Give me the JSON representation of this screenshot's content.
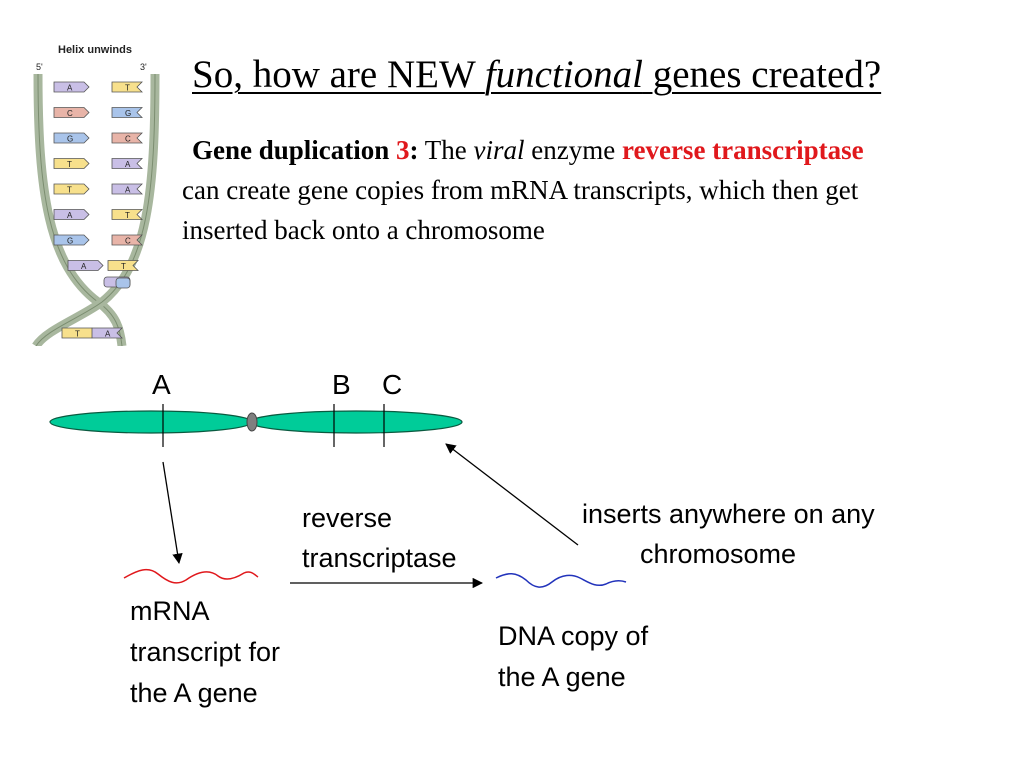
{
  "helix": {
    "title": "Helix unwinds",
    "end_left": "5'",
    "end_right": "3'",
    "left_bases": [
      "A",
      "C",
      "G",
      "T",
      "T",
      "A",
      "G",
      "A"
    ],
    "right_bases": [
      "T",
      "G",
      "C",
      "A",
      "A",
      "T",
      "C",
      "T"
    ],
    "lower_bases": [
      "T",
      "A"
    ]
  },
  "title": {
    "before": "So, how are NEW ",
    "italic": "functional",
    "after": " genes created?"
  },
  "paragraph": {
    "heading": "Gene duplication ",
    "number": "3",
    "colon": ":",
    "text_1": " The ",
    "viral": "viral",
    "text_2": " enzyme ",
    "highlight": "reverse transcriptase",
    "text_3": " can create gene copies from mRNA transcripts, which then get inserted back onto a chromosome"
  },
  "diagram": {
    "gene_a": "A",
    "gene_b": "B",
    "gene_c": "C",
    "reverse_line1": "reverse",
    "reverse_line2": "transcriptase",
    "inserts_line1": "inserts anywhere on any",
    "inserts_line2": "chromosome",
    "mrna_line1": "mRNA",
    "mrna_line2": "transcript for",
    "mrna_line3": "the A gene",
    "dna_line1": "DNA copy of",
    "dna_line2": "the A gene"
  },
  "colors": {
    "chromosome_fill": "#00cc99",
    "centromere_fill": "#7f7f7f",
    "mrna_stroke": "#e0181c",
    "dna_stroke": "#2233bb",
    "highlight_text": "#e0181c",
    "base_A": "#c9bfe6",
    "base_T": "#f7e08c",
    "base_C": "#e8b4a8",
    "base_G": "#a9c4ea"
  }
}
